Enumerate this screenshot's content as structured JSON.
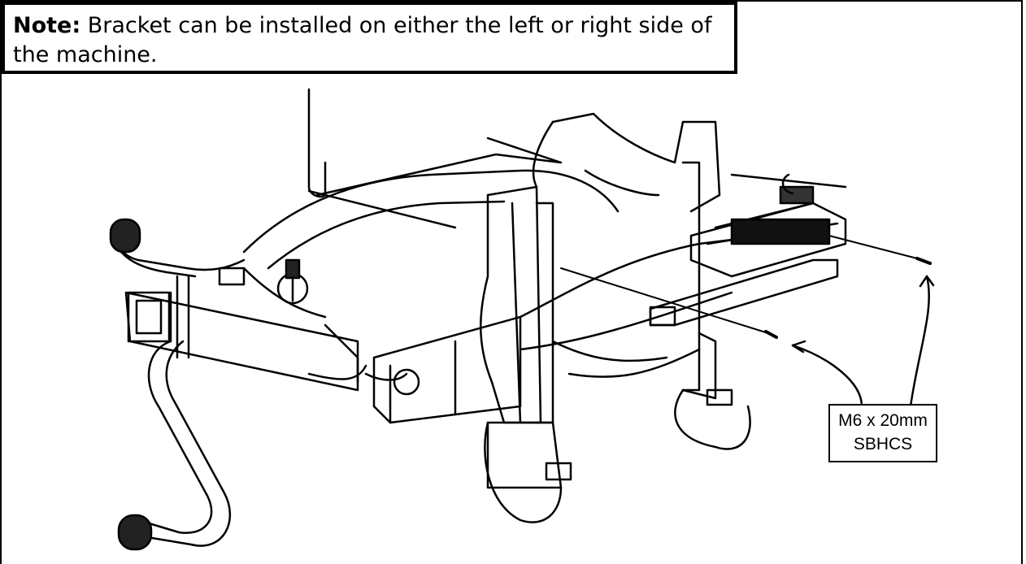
{
  "note": {
    "label": "Note:",
    "text": " Bracket can be installed on either the left or right side of the machine."
  },
  "callout": {
    "line1": "M6 x 20mm",
    "line2": "SBHCS"
  }
}
